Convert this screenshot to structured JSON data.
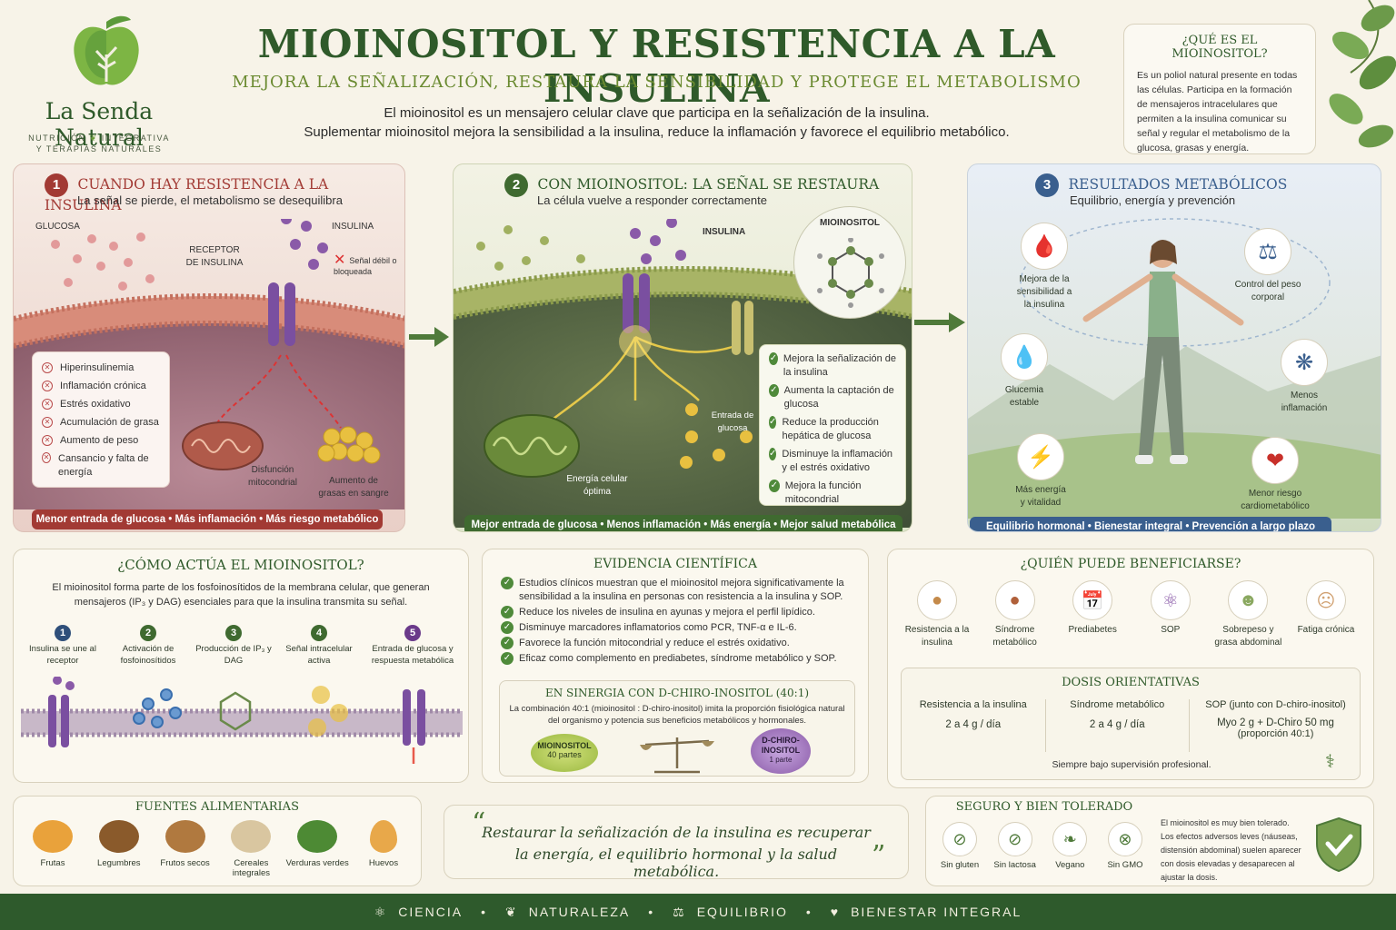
{
  "brand": {
    "name": "La Senda Natural",
    "tagline_1": "NUTRICIÓN",
    "tagline_2": "INTEGRATIVA",
    "tagline_3": "Y TERAPIAS NATURALES"
  },
  "header": {
    "title": "MIOINOSITOL Y RESISTENCIA A LA INSULINA",
    "subtitle": "MEJORA LA SEÑALIZACIÓN, RESTAURA LA SENSIBILIDAD Y PROTEGE EL METABOLISMO",
    "intro_1": "El mioinositol es un mensajero celular clave que participa en la señalización de la insulina.",
    "intro_2": "Suplementar mioinositol mejora la sensibilidad a la insulina, reduce la inflamación y favorece el equilibrio metabólico."
  },
  "what_is": {
    "title": "¿QUÉ ES EL MIOINOSITOL?",
    "text": "Es un poliol natural presente en todas las células. Participa en la formación de mensajeros intracelulares que permiten a la insulina comunicar su señal y regular el metabolismo de la glucosa, grasas y energía."
  },
  "panel1": {
    "num": "1",
    "title": "CUANDO HAY RESISTENCIA A LA INSULINA",
    "subtitle": "La señal se pierde, el metabolismo se desequilibra",
    "label_glucose": "GLUCOSA",
    "label_insulin": "INSULINA",
    "label_receptor": "RECEPTOR DE INSULINA",
    "label_weak": "Señal débil o bloqueada",
    "label_mito": "Disfunción mitocondrial",
    "label_fat": "Aumento de grasas en sangre",
    "items": [
      "Hiperinsulinemia",
      "Inflamación crónica",
      "Estrés oxidativo",
      "Acumulación de grasa",
      "Aumento de peso",
      "Cansancio y falta de energía"
    ],
    "bar": "Menor entrada de glucosa  •  Más inflamación  •  Más riesgo metabólico"
  },
  "panel2": {
    "num": "2",
    "title": "CON MIOINOSITOL: LA SEÑAL SE RESTAURA",
    "subtitle": "La célula vuelve a responder correctamente",
    "label_insulin": "INSULINA",
    "label_myo": "MIOINOSITOL",
    "label_entry": "Entrada de glucosa",
    "label_energy": "Energía celular óptima",
    "items": [
      "Mejora la señalización de la insulina",
      "Aumenta la captación de glucosa",
      "Reduce la producción hepática de glucosa",
      "Disminuye la inflamación y el estrés oxidativo",
      "Mejora la función mitocondrial"
    ],
    "bar": "Mejor entrada de glucosa  •  Menos inflamación  •  Más energía  •  Mejor salud metabólica"
  },
  "panel3": {
    "num": "3",
    "title": "RESULTADOS METABÓLICOS",
    "subtitle": "Equilibrio, energía y prevención",
    "r1": "Mejora de la sensibilidad a la insulina",
    "r2": "Control del peso corporal",
    "r3": "Glucemia estable",
    "r4": "Menos inflamación",
    "r5": "Más energía y vitalidad",
    "r6": "Menor riesgo cardiometabólico",
    "bar": "Equilibrio hormonal  •  Bienestar integral  •  Prevención a largo plazo"
  },
  "how": {
    "title": "¿CÓMO ACTÚA EL MIOINOSITOL?",
    "text": "El mioinositol forma parte de los fosfoinosítidos de la membrana celular, que generan mensajeros (IP₃ y DAG) esenciales para que la insulina transmita su señal.",
    "steps": [
      {
        "n": "1",
        "label": "Insulina se une al receptor"
      },
      {
        "n": "2",
        "label": "Activación de fosfoinosítidos"
      },
      {
        "n": "3",
        "label": "Producción de IP₃ y DAG"
      },
      {
        "n": "4",
        "label": "Señal intracelular activa"
      },
      {
        "n": "5",
        "label": "Entrada de glucosa y respuesta metabólica"
      }
    ]
  },
  "evidence": {
    "title": "EVIDENCIA CIENTÍFICA",
    "items": [
      "Estudios clínicos muestran que el mioinositol mejora significativamente la sensibilidad a la insulina en personas con resistencia a la insulina y SOP.",
      "Reduce los niveles de insulina en ayunas y mejora el perfil lipídico.",
      "Disminuye marcadores inflamatorios como PCR, TNF-α e IL-6.",
      "Favorece la función mitocondrial y reduce el estrés oxidativo.",
      "Eficaz como complemento en prediabetes, síndrome metabólico y SOP."
    ],
    "synergy_title": "EN SINERGIA CON D-CHIRO-INOSITOL (40:1)",
    "synergy_text": "La combinación 40:1 (mioinositol : D-chiro-inositol) imita la proporción fisiológica natural del organismo y potencia sus beneficios metabólicos y hormonales.",
    "myo_label": "MIOINOSITOL",
    "myo_parts": "40 partes",
    "dci_label": "D-CHIRO-INOSITOL",
    "dci_parts": "1 parte"
  },
  "who": {
    "title": "¿QUIÉN PUEDE BENEFICIARSE?",
    "items": [
      {
        "label": "Resistencia a la insulina",
        "icon": "liver-icon"
      },
      {
        "label": "Síndrome metabólico",
        "icon": "body-icon"
      },
      {
        "label": "Prediabetes",
        "icon": "calendar-icon"
      },
      {
        "label": "SOP",
        "icon": "molecule-icon"
      },
      {
        "label": "Sobrepeso y grasa abdominal",
        "icon": "person-icon"
      },
      {
        "label": "Fatiga crónica",
        "icon": "tired-icon"
      }
    ]
  },
  "doses": {
    "title": "DOSIS ORIENTATIVAS",
    "cols": [
      {
        "head": "Resistencia a la insulina",
        "value": "2 a 4 g / día",
        "note": ""
      },
      {
        "head": "Síndrome metabólico",
        "value": "2 a 4 g / día",
        "note": ""
      },
      {
        "head": "SOP (junto con D-chiro-inositol)",
        "value": "Myo 2 g + D-Chiro 50 mg",
        "note": "(proporción 40:1)"
      }
    ],
    "footer": "Siempre bajo supervisión profesional."
  },
  "foods": {
    "title": "FUENTES ALIMENTARIAS",
    "items": [
      {
        "label": "Frutas",
        "color": "#e9a23b"
      },
      {
        "label": "Legumbres",
        "color": "#8a5a2b"
      },
      {
        "label": "Frutos secos",
        "color": "#b0793f"
      },
      {
        "label": "Cereales integrales",
        "color": "#d9c6a0"
      },
      {
        "label": "Verduras verdes",
        "color": "#4d8a34"
      },
      {
        "label": "Huevos",
        "color": "#e8a84a"
      }
    ]
  },
  "quote": {
    "text_1": "Restaurar la señalización de la insulina es recuperar",
    "text_2": "la energía, el equilibrio hormonal y la salud metabólica.",
    "open": "“",
    "close": "”"
  },
  "safe": {
    "title": "SEGURO Y BIEN TOLERADO",
    "items": [
      "Sin gluten",
      "Sin lactosa",
      "Vegano",
      "Sin GMO"
    ],
    "text": "El mioinositol es muy bien tolerado. Los efectos adversos leves (náuseas, distensión abdominal) suelen aparecer con dosis elevadas y desaparecen al ajustar la dosis."
  },
  "footer": {
    "items": [
      "CIENCIA",
      "NATURALEZA",
      "EQUILIBRIO",
      "BIENESTAR INTEGRAL"
    ]
  },
  "colors": {
    "green_dark": "#2f5a2a",
    "red": "#a23a34",
    "blue": "#3a5f8e",
    "footer_bg": "#2e5a2c"
  }
}
